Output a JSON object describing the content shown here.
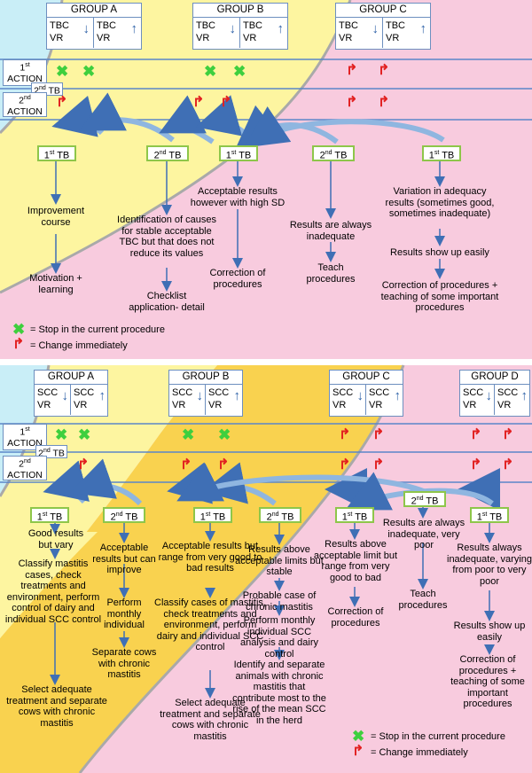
{
  "symbols": {
    "stop": "✖",
    "change": "↱"
  },
  "top": {
    "groups": [
      {
        "title": "GROUP A",
        "cells": [
          {
            "l1": "TBC",
            "l2": "VR",
            "dir": "↓"
          },
          {
            "l1": "TBC",
            "l2": "VR",
            "dir": "↑"
          }
        ]
      },
      {
        "title": "GROUP B",
        "cells": [
          {
            "l1": "TBC",
            "l2": "VR",
            "dir": "↓"
          },
          {
            "l1": "TBC",
            "l2": "VR",
            "dir": "↑"
          }
        ]
      },
      {
        "title": "GROUP C",
        "cells": [
          {
            "l1": "TBC",
            "l2": "VR",
            "dir": "↓"
          },
          {
            "l1": "TBC",
            "l2": "VR",
            "dir": "↑"
          }
        ]
      }
    ],
    "first_action": "ACTION",
    "second_action": "ACTION",
    "second_tb_label": "TB",
    "tb_boxes": [
      "TB",
      "TB",
      "TB",
      "TB",
      "TB"
    ],
    "texts": {
      "improvement": "Improvement course",
      "motivation": "Motivation + learning",
      "identification": "Identification of causes for stable acceptable TBC but that does not reduce its values",
      "checklist": "Checklist application- detail",
      "acceptable_sd": "Acceptable results however with high SD",
      "correction1": "Correction of procedures",
      "always_inadequate": "Results are always inadequate",
      "teach": "Teach procedures",
      "variation": "Variation in adequacy results (sometimes good, sometimes inadequate)",
      "show_up": "Results show up easily",
      "correction_teach": "Correction of procedures + teaching of some important procedures"
    },
    "legend_stop": "= Stop in the current procedure",
    "legend_change": "= Change immediately"
  },
  "bottom": {
    "groups": [
      {
        "title": "GROUP A",
        "cells": [
          {
            "l1": "SCC",
            "l2": "VR",
            "dir": "↓"
          },
          {
            "l1": "SCC",
            "l2": "VR",
            "dir": "↑"
          }
        ]
      },
      {
        "title": "GROUP B",
        "cells": [
          {
            "l1": "SCC",
            "l2": "VR",
            "dir": "↓"
          },
          {
            "l1": "SCC",
            "l2": "VR",
            "dir": "↑"
          }
        ]
      },
      {
        "title": "GROUP C",
        "cells": [
          {
            "l1": "SCC",
            "l2": "VR",
            "dir": "↓"
          },
          {
            "l1": "SCC",
            "l2": "VR",
            "dir": "↑"
          }
        ]
      },
      {
        "title": "GROUP D",
        "cells": [
          {
            "l1": "SCC",
            "l2": "VR",
            "dir": "↓"
          },
          {
            "l1": "SCC",
            "l2": "VR",
            "dir": "↑"
          }
        ]
      }
    ],
    "first_action": "ACTION",
    "second_action": "ACTION",
    "second_tb_label": "TB",
    "tb_boxes": [
      "TB",
      "TB",
      "TB",
      "TB",
      "TB",
      "TB",
      "TB"
    ],
    "texts": {
      "good_vary": "Good results but vary",
      "classify_a": "Classify mastitis cases, check treatments and environment, perform control of dairy and individual SCC control",
      "select_a": "Select adequate treatment and separate cows with chronic mastitis",
      "acceptable_improve": "Acceptable results but can improve",
      "perform_monthly": "Perform monthly individual",
      "separate_chronic": "Separate cows with chronic mastitis",
      "acceptable_range": "Acceptable results but range from very good to bad results",
      "classify_b": "Classify cases of mastitis, check treatments and environment, perform dairy and individual SCC control",
      "select_b": "Select adequate treatment and separate cows with chronic mastitis",
      "above_stable": "Results above acceptable limits but stable",
      "probable": "Probable case of chronic mastitis",
      "perform_monthly_scc": "Perform monthly individual SCC analysis and dairy control",
      "identify_separate": "Identify and separate animals with chronic mastitis that contribute most to the rise of the mean SCC in the herd",
      "above_range": "Results above acceptable limit but range from very good to bad",
      "correction_c": "Correction of procedures",
      "always_poor": "Results are always inadequate, very poor",
      "teach_d": "Teach procedures",
      "inadequate_vary": "Results always inadequate, varying from poor to very poor",
      "show_up_d": "Results show up easily",
      "correction_teach_d": "Correction of procedures + teaching of some important procedures"
    },
    "legend_stop": "= Stop in the current procedure",
    "legend_change": "= Change immediately"
  },
  "colors": {
    "cyan": "#c9eef7",
    "yellow": "#fdf5a0",
    "orange": "#f9d24f",
    "pink": "#f8cbde",
    "line": "#5b86c8",
    "box_border": "#6d8fbf",
    "green": "#8ec64a"
  }
}
